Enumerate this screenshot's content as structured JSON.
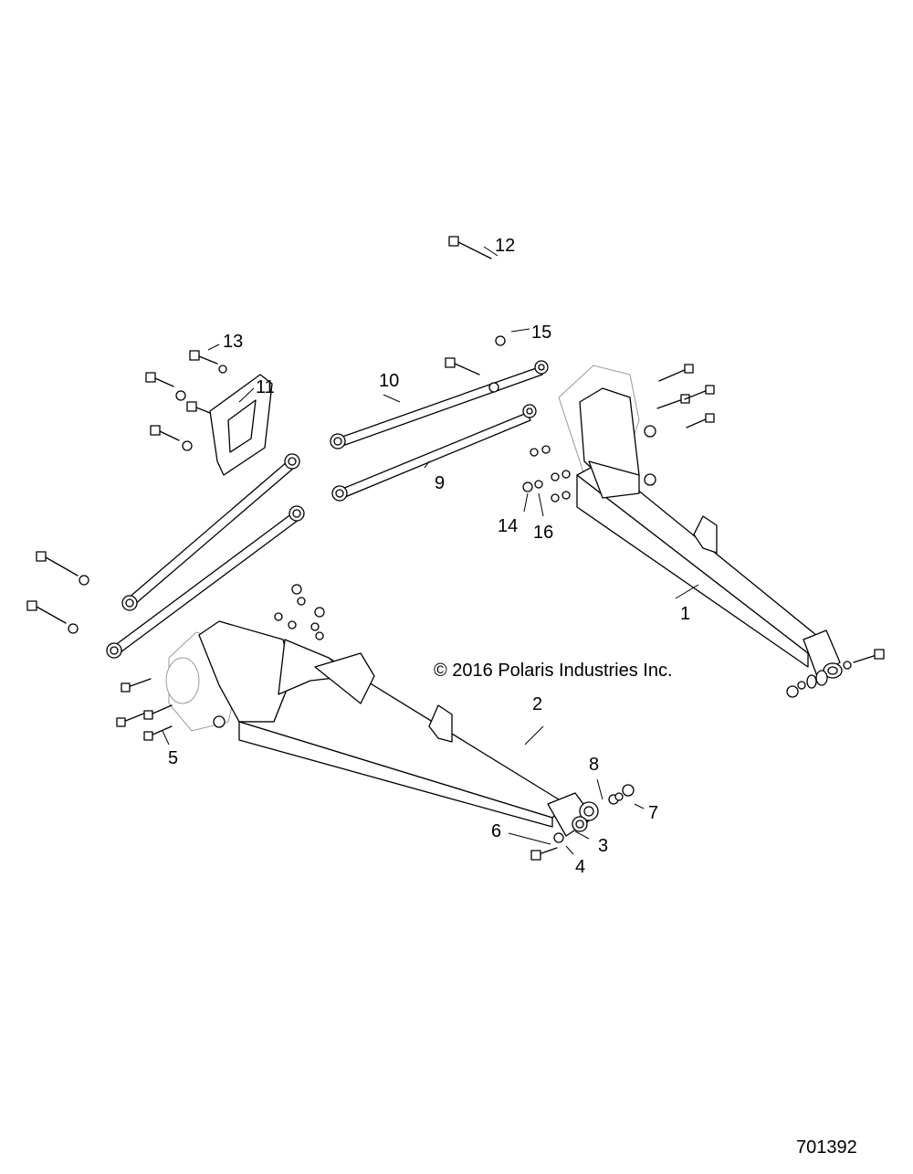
{
  "copyright": "© 2016 Polaris Industries Inc.",
  "figure_number": "701392",
  "callouts": [
    {
      "id": "1",
      "label": "1"
    },
    {
      "id": "2",
      "label": "2"
    },
    {
      "id": "3",
      "label": "3"
    },
    {
      "id": "4",
      "label": "4"
    },
    {
      "id": "5",
      "label": "5"
    },
    {
      "id": "6",
      "label": "6"
    },
    {
      "id": "7",
      "label": "7"
    },
    {
      "id": "8",
      "label": "8"
    },
    {
      "id": "9",
      "label": "9"
    },
    {
      "id": "10",
      "label": "10"
    },
    {
      "id": "11",
      "label": "11"
    },
    {
      "id": "12",
      "label": "12"
    },
    {
      "id": "13",
      "label": "13"
    },
    {
      "id": "14",
      "label": "14"
    },
    {
      "id": "15",
      "label": "15"
    },
    {
      "id": "16",
      "label": "16"
    }
  ]
}
